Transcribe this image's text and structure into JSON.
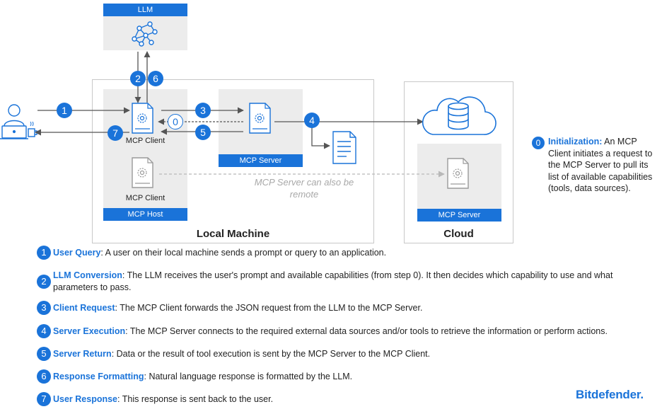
{
  "llm": {
    "label": "LLM"
  },
  "local_machine": {
    "title": "Local Machine",
    "mcp_host_label": "MCP Host",
    "mcp_client_label": "MCP Client",
    "mcp_client_2_label": "MCP Client",
    "mcp_server_label": "MCP Server",
    "remote_note": "MCP Server can also be remote"
  },
  "cloud": {
    "title": "Cloud",
    "mcp_server_label": "MCP Server"
  },
  "flow_badges": [
    "1",
    "2",
    "6",
    "3",
    "0",
    "5",
    "7",
    "4"
  ],
  "initialization": {
    "number": "0",
    "term": "Initialization:",
    "text": " An MCP Client initiates a request to the MCP Server to pull its list of available capabilities (tools, data sources)."
  },
  "steps": [
    {
      "number": "1",
      "term": "User Query",
      "text": ": A user on their local machine sends a prompt or query to an application."
    },
    {
      "number": "2",
      "term": "LLM Conversion",
      "text": ": The LLM receives the user's prompt and available capabilities (from step 0). It then decides which capability to use and what parameters to pass."
    },
    {
      "number": "3",
      "term": "Client Request",
      "text": ": The MCP Client forwards the JSON request from the LLM to the MCP Server."
    },
    {
      "number": "4",
      "term": "Server Execution",
      "text": ": The MCP Server connects to the required external data sources and/or tools to retrieve the information or perform actions."
    },
    {
      "number": "5",
      "term": "Server Return",
      "text": ": Data or the result of tool execution is sent by the MCP Server to the MCP Client."
    },
    {
      "number": "6",
      "term": "Response Formatting",
      "text": ": Natural language response is formatted by the LLM."
    },
    {
      "number": "7",
      "term": "User Response",
      "text": ": This response is sent back to the user."
    }
  ],
  "brand": {
    "name": "Bitdefender."
  },
  "colors": {
    "accent": "#1a73d9",
    "panel": "#ececec",
    "frame": "#c8c8c8",
    "arrow": "#555555"
  }
}
